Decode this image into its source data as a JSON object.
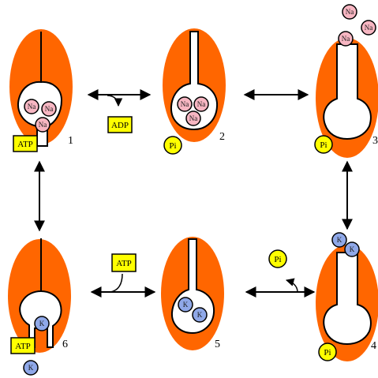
{
  "colors": {
    "pump_body": "#ff6600",
    "channel": "#ffffff",
    "outline": "#000000",
    "sodium": "#f7b6c2",
    "potassium": "#8fa8e8",
    "phosphate": "#ffff00",
    "nucleotide_box": "#ffff00"
  },
  "labels": {
    "na": "Na",
    "k": "K",
    "pi": "Pi",
    "atp": "ATP",
    "adp": "ADP"
  },
  "steps": {
    "s1": "1",
    "s2": "2",
    "s3": "3",
    "s4": "4",
    "s5": "5",
    "s6": "6"
  }
}
